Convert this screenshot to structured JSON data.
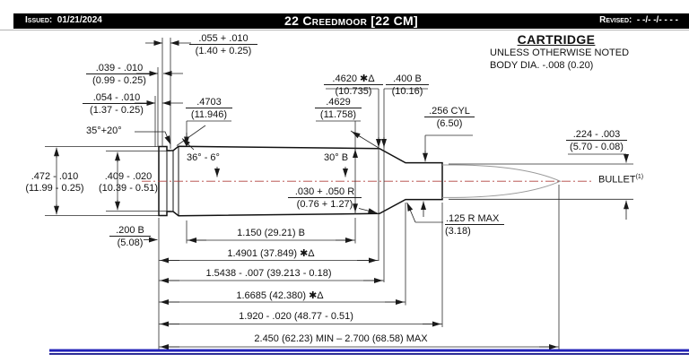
{
  "header": {
    "issued_label": "Issued:",
    "issued_value": "01/21/2024",
    "title": "22 Creedmoor [22 CM]",
    "revised_label": "Revised:",
    "revised_value": "- -/- -/- - - -"
  },
  "notes": {
    "title": "CARTRIDGE",
    "line1": "UNLESS OTHERWISE NOTED",
    "line2": "BODY DIA. -.008 (0.20)"
  },
  "dims": {
    "d055": {
      "in": ".055 + .010",
      "mm": "(1.40 + 0.25)"
    },
    "d039": {
      "in": ".039 - .010",
      "mm": "(0.99 - 0.25)"
    },
    "d054": {
      "in": ".054 - .010",
      "mm": "(1.37 - 0.25)"
    },
    "d4703": {
      "in": ".4703",
      "mm": "(11.946)"
    },
    "d4629": {
      "in": ".4629",
      "mm": "(11.758)"
    },
    "d4620": {
      "in": ".4620 ✱Δ",
      "mm": "(10.735)"
    },
    "d400": {
      "in": ".400 B",
      "mm": "(10.16)"
    },
    "d256": {
      "in": ".256 CYL",
      "mm": "(6.50)"
    },
    "d224": {
      "in": ".224 - .003",
      "mm": "(5.70 - 0.08)"
    },
    "d030": {
      "in": ".030 + .050 R",
      "mm": "(0.76 + 1.27)"
    },
    "d125": {
      "in": ".125 R MAX",
      "mm": "(3.18)"
    },
    "d200": {
      "in": ".200 B",
      "mm": "(5.08)"
    },
    "d472": {
      "in": ".472 - .010",
      "mm": "(11.99 - 0.25)"
    },
    "d409": {
      "in": ".409 - .020",
      "mm": "(10.39 - 0.51)"
    }
  },
  "angles": {
    "a35": "35°+20°",
    "a36": "36° - 6°",
    "a30": "30° B"
  },
  "bullet_label": {
    "text": "BULLET",
    "sup": "(1)"
  },
  "lengths": {
    "l1150": "1.150 (29.21) B",
    "l14901": "1.4901 (37.849) ✱Δ",
    "l15438": "1.5438 - .007 (39.213 - 0.18)",
    "l16685": "1.6685 (42.380) ✱Δ",
    "l1920": "1.920 - .020 (48.77 - 0.51)",
    "l2450": "2.450 (62.23) MIN – 2.700 (68.58) MAX"
  },
  "colors": {
    "line": "#1a1a1a",
    "centerline": "#b0413e",
    "bullet_outline": "#999999",
    "accent_rule": "#2323b8"
  }
}
